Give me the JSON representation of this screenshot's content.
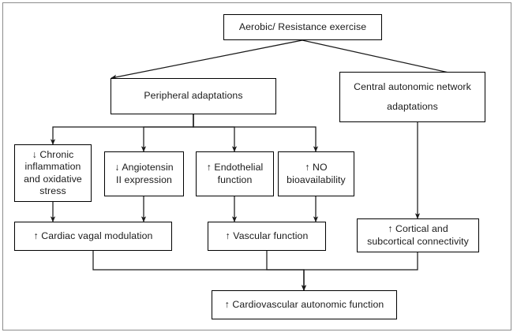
{
  "figure": {
    "title": "Exercise and cardiovascular autonomic function flowchart",
    "type": "flowchart",
    "background_color": "#ffffff",
    "border_color": "#8c8c8c",
    "node_border_color": "#000000",
    "text_color": "#1a1a1a",
    "arrow_color": "#1a1a1a"
  },
  "nodes": {
    "exercise": {
      "label": "Aerobic/ Resistance exercise"
    },
    "peripheral": {
      "label": "Peripheral adaptations"
    },
    "central": {
      "label": "Central autonomic network\nadaptations"
    },
    "inflammation": {
      "label": "↓ Chronic\ninflammation\nand oxidative\nstress"
    },
    "angiotensin": {
      "label": "↓ Angiotensin\nII expression"
    },
    "endothelial": {
      "label": "↑ Endothelial\nfunction"
    },
    "no_bioavailability": {
      "label": "↑ NO\nbioavailability"
    },
    "cardiac_vagal": {
      "label": "↑ Cardiac vagal modulation"
    },
    "vascular": {
      "label": "↑ Vascular function"
    },
    "cortical": {
      "label": "↑ Cortical and\nsubcortical connectivity"
    },
    "cv_autonomic": {
      "label": "↑ Cardiovascular autonomic function"
    }
  },
  "edges": [
    {
      "name": "exercise-to-peripheral",
      "from": "exercise",
      "to": "peripheral",
      "style": "diagonal-arrow"
    },
    {
      "name": "exercise-to-central",
      "from": "exercise",
      "to": "central",
      "style": "diagonal-arrow"
    },
    {
      "name": "peripheral-to-inflammation",
      "from": "peripheral",
      "to": "inflammation",
      "style": "orthogonal-bus-arrow"
    },
    {
      "name": "peripheral-to-angiotensin",
      "from": "peripheral",
      "to": "angiotensin",
      "style": "orthogonal-bus-arrow"
    },
    {
      "name": "peripheral-to-endothelial",
      "from": "peripheral",
      "to": "endothelial",
      "style": "orthogonal-bus-arrow"
    },
    {
      "name": "peripheral-to-no",
      "from": "peripheral",
      "to": "no_bioavailability",
      "style": "orthogonal-bus-arrow"
    },
    {
      "name": "inflammation-to-cardiac-vagal",
      "from": "inflammation",
      "to": "cardiac_vagal",
      "style": "vertical-arrow"
    },
    {
      "name": "angiotensin-to-cardiac-vagal",
      "from": "angiotensin",
      "to": "cardiac_vagal",
      "style": "vertical-arrow"
    },
    {
      "name": "endothelial-to-vascular",
      "from": "endothelial",
      "to": "vascular",
      "style": "vertical-arrow"
    },
    {
      "name": "no-to-vascular",
      "from": "no_bioavailability",
      "to": "vascular",
      "style": "vertical-arrow"
    },
    {
      "name": "central-to-cortical",
      "from": "central",
      "to": "cortical",
      "style": "vertical-arrow"
    },
    {
      "name": "cardiac-vagal-to-cv-autonomic",
      "from": "cardiac_vagal",
      "to": "cv_autonomic",
      "style": "orthogonal-merge-arrow"
    },
    {
      "name": "vascular-to-cv-autonomic",
      "from": "vascular",
      "to": "cv_autonomic",
      "style": "orthogonal-merge-arrow"
    },
    {
      "name": "cortical-to-cv-autonomic",
      "from": "cortical",
      "to": "cv_autonomic",
      "style": "orthogonal-merge-arrow"
    }
  ]
}
